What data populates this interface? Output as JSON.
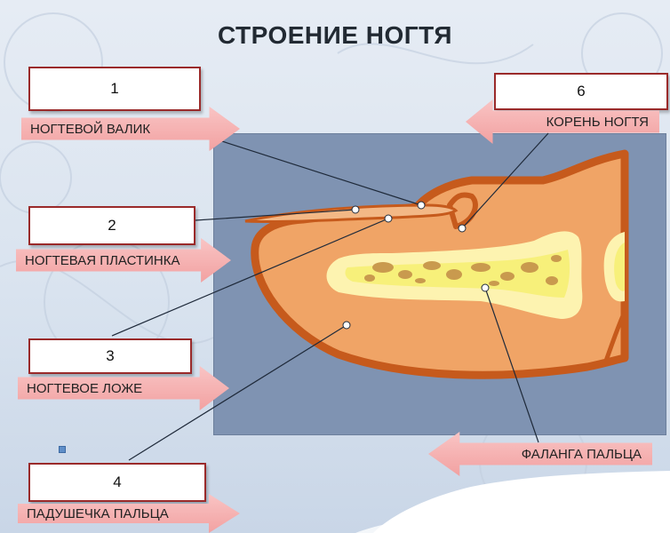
{
  "title": "СТРОЕНИЕ НОГТЯ",
  "numbers": {
    "n1": "1",
    "n2": "2",
    "n3": "3",
    "n4": "4",
    "n6": "6"
  },
  "labels": {
    "nail_fold": "НОГТЕВОЙ ВАЛИК",
    "nail_plate": "НОГТЕВАЯ ПЛАСТИНКА",
    "nail_bed": "НОГТЕВОЕ ЛОЖЕ",
    "finger_pad": "ПАДУШЕЧКА ПАЛЬЦА",
    "nail_root": "КОРЕНЬ НОГТЯ",
    "phalanx": "ФАЛАНГА ПАЛЬЦА"
  },
  "colors": {
    "skin_fill": "#f0a466",
    "skin_outline": "#c65a1c",
    "bone_outer": "#fdf3b0",
    "bone_inner": "#f7f07a",
    "marrow": "#c99a4e",
    "diagram_bg": "#7f93b2",
    "arrow_fill": "#f2a1a1",
    "box_border": "#9a2a2a"
  }
}
